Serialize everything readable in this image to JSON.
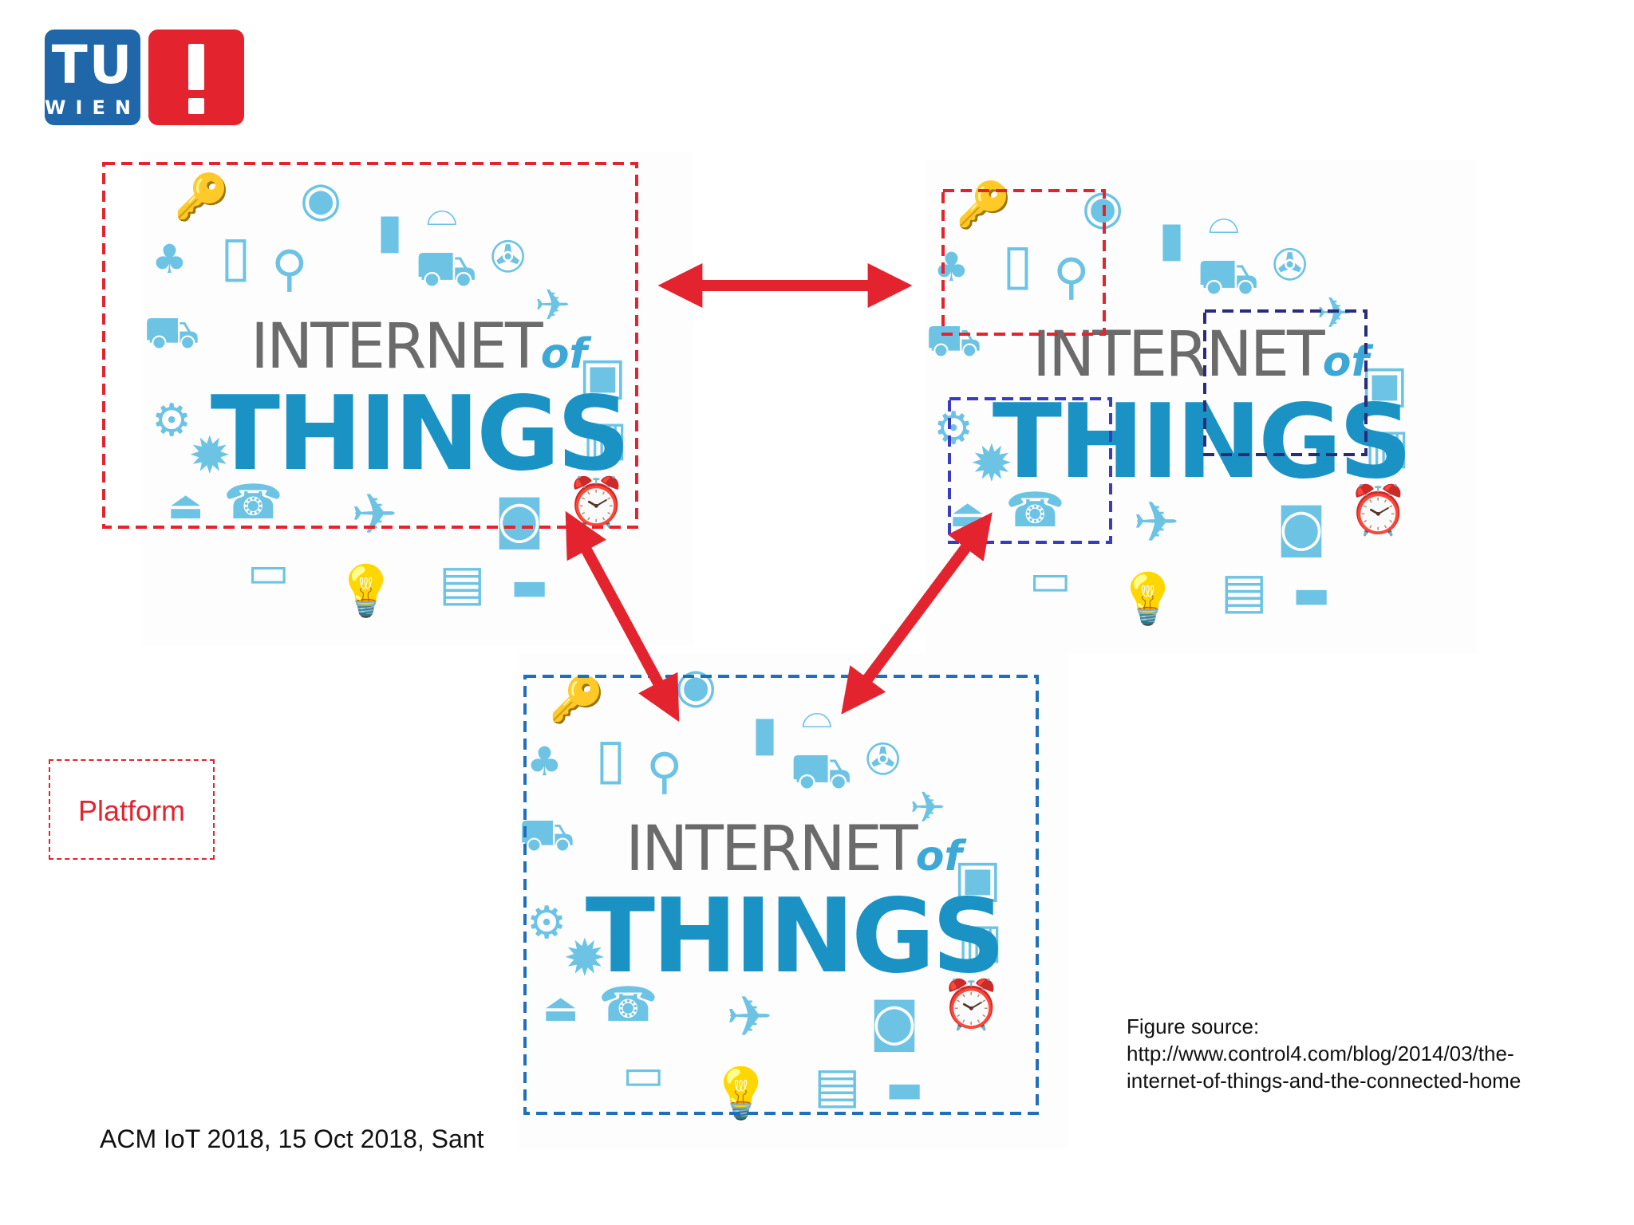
{
  "logo": {
    "tu": "TU",
    "wien": "WIEN",
    "exclamation": "!"
  },
  "iot_graphic": {
    "line1": "INTERNET",
    "of": "of",
    "line2": "THINGS"
  },
  "platform_label": "Platform",
  "figure_source": {
    "line1": "Figure source:",
    "line2": "http://www.control4.com/blog/2014/03/the-",
    "line3": "internet-of-things-and-the-connected-home"
  },
  "footer": "ACM IoT 2018, 15 Oct 2018, Sant",
  "colors": {
    "red": "#e3232e",
    "blue_dashed": "#1f6fba",
    "navy_dashed": "#2b2b7a",
    "purple_dashed": "#3b3bbf",
    "iot_light_blue": "#6cc3e4",
    "iot_dark_blue": "#1a93c4",
    "tu_blue": "#1f67a8"
  }
}
